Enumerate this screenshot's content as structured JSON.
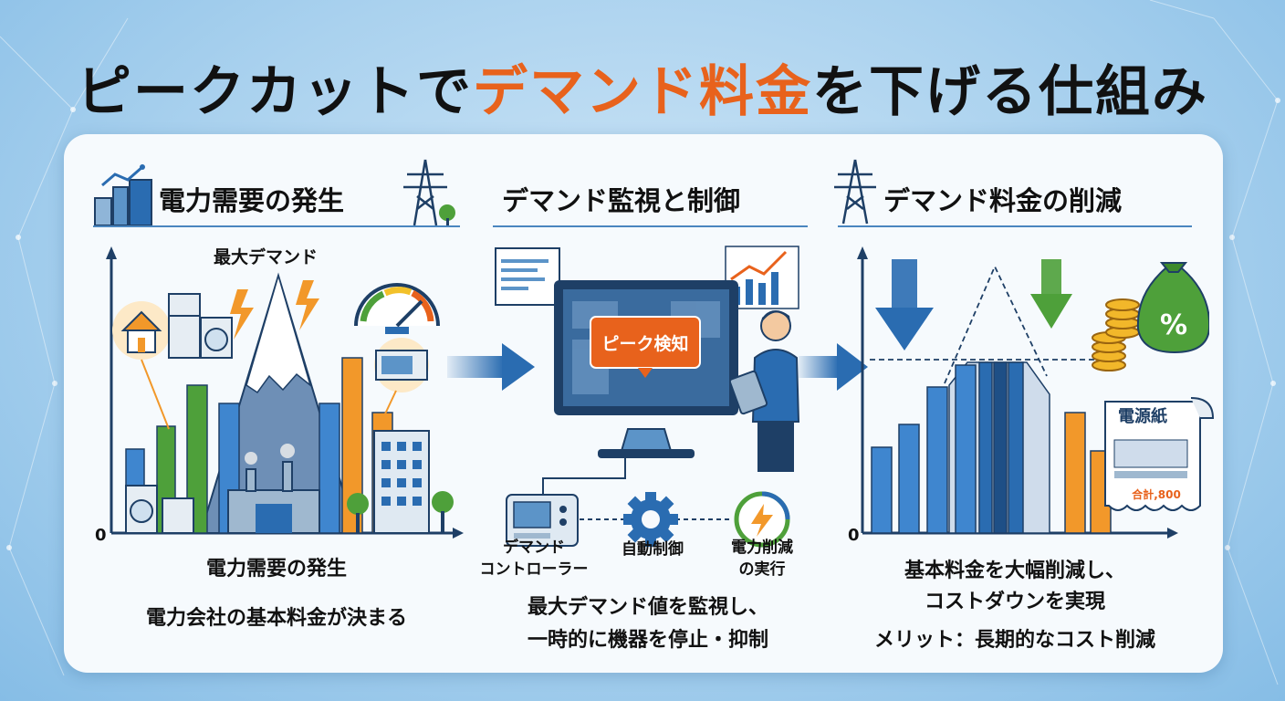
{
  "title": {
    "part1": "ピークカットで",
    "accent": "デマンド料金",
    "part2": "を下げる仕組み"
  },
  "colors": {
    "accent": "#e8621c",
    "blue": "#2a6cb1",
    "green": "#4ea03a",
    "orange": "#f2982a"
  },
  "col1": {
    "heading": "電力需要の発生",
    "peak_label": "最大デマンド",
    "axis_zero": "0",
    "caption1": "電力需要の発生",
    "caption2": "電力会社の基本料金が決まる"
  },
  "col2": {
    "heading": "デマンド監視と制御",
    "monitor_alert": "ピーク検知",
    "controller_label_1": "デマンド",
    "controller_label_2": "コントローラー",
    "auto_control_label": "自動制御",
    "reduction_label_1": "電力削減",
    "reduction_label_2": "の実行",
    "caption1": "最大デマンド値を監視し、",
    "caption2": "一時的に機器を停止・抑制"
  },
  "col3": {
    "heading": "デマンド料金の削減",
    "axis_zero": "0",
    "bill_title": "電源紙",
    "bill_total": "合計,800",
    "percent_symbol": "%",
    "caption1": "基本料金を大幅削減し、",
    "caption2": "コストダウンを実現",
    "caption3": "メリット：長期的なコスト削減"
  },
  "icons": [
    "buildings-icon",
    "power-tower-icon",
    "house-icon",
    "refrigerator-icon",
    "washing-machine-icon",
    "microwave-icon",
    "factory-icon",
    "office-building-icon",
    "tree-icon",
    "gauge-icon",
    "lightning-icon",
    "monitor-icon",
    "engineer-icon",
    "tablet-icon",
    "controller-icon",
    "gear-icon",
    "energy-icon",
    "arrow-right-icon",
    "arrow-down-icon",
    "coins-icon",
    "money-bag-icon",
    "bill-icon"
  ]
}
